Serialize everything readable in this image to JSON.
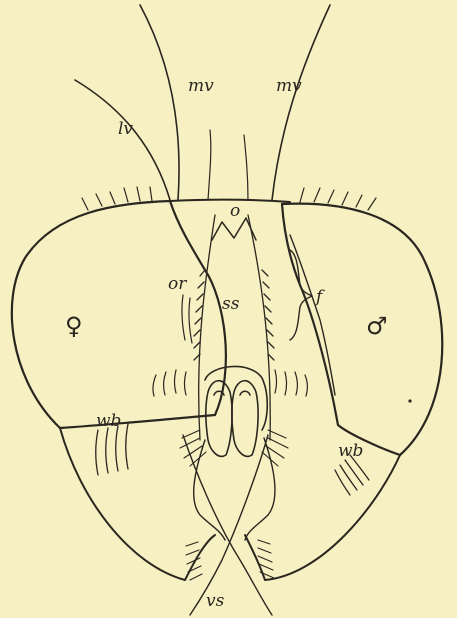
{
  "figure": {
    "labels": {
      "mv_left": "mv",
      "mv_right": "mv",
      "lv": "lv",
      "o": "o",
      "or": "or",
      "ss": "ss",
      "f": "f",
      "wb_left": "wb",
      "wb_right": "wb",
      "vs": "vs"
    },
    "symbols": {
      "female": "♀",
      "male": "♂"
    }
  }
}
